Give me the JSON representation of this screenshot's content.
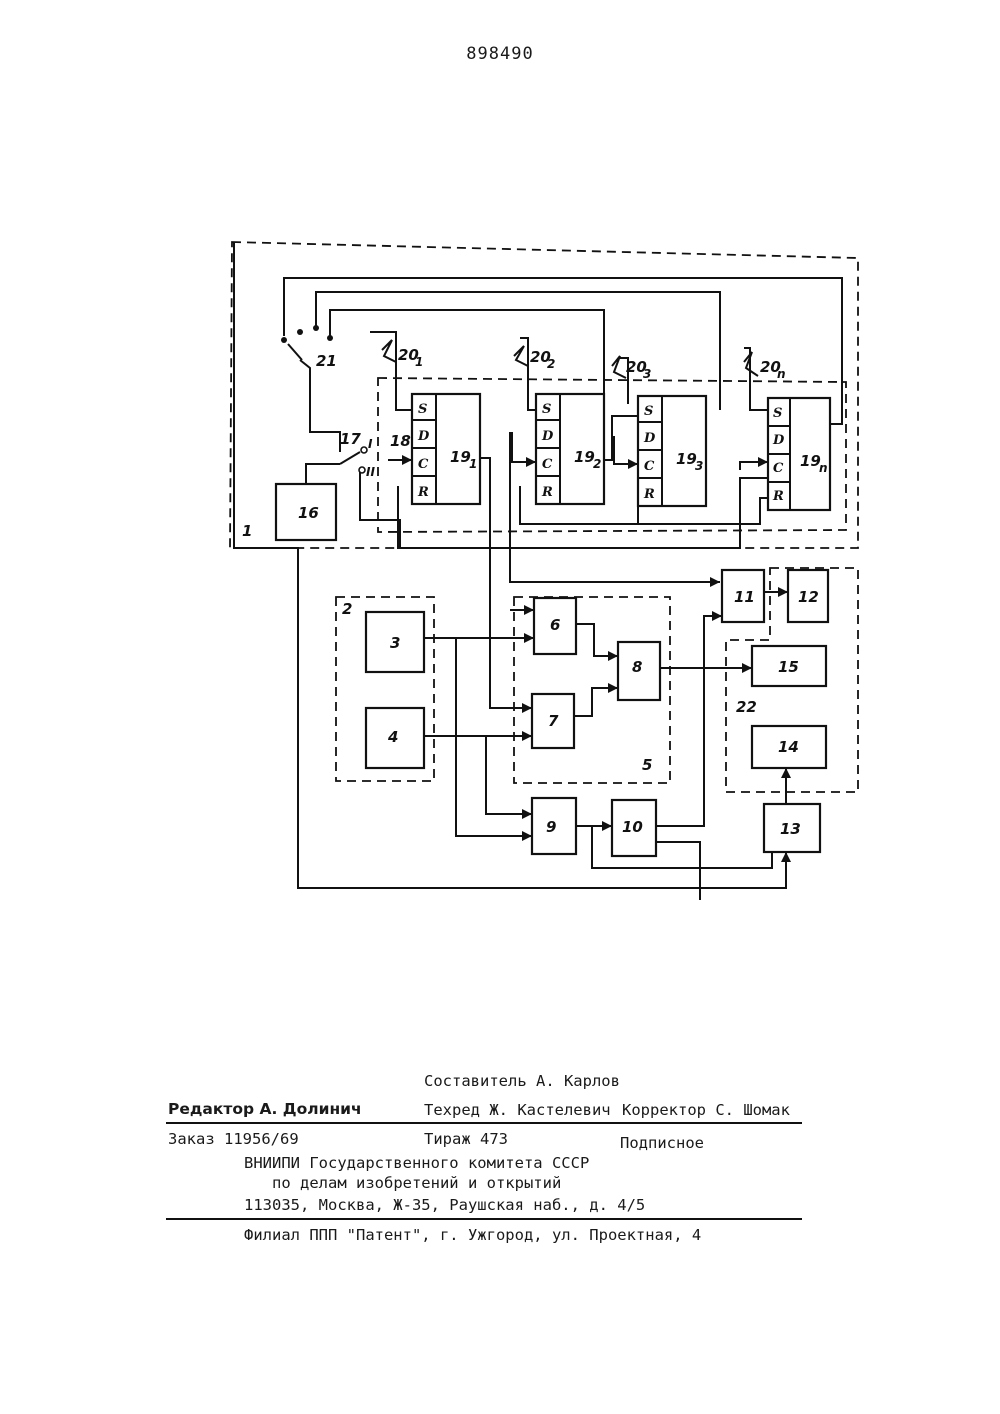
{
  "patent_number": "898490",
  "diagram": {
    "blocks": {
      "b16": "16",
      "b3": "3",
      "b4": "4",
      "b6": "6",
      "b7": "7",
      "b8": "8",
      "b9": "9",
      "b10": "10",
      "b11": "11",
      "b12": "12",
      "b13": "13",
      "b14": "14",
      "b15": "15"
    },
    "registers": [
      {
        "label": "19",
        "sub": "1"
      },
      {
        "label": "19",
        "sub": "2"
      },
      {
        "label": "19",
        "sub": "3"
      },
      {
        "label": "19",
        "sub": "n"
      }
    ],
    "register_pins": [
      "S",
      "D",
      "C",
      "R"
    ],
    "keys": [
      {
        "label": "20",
        "sub": "1"
      },
      {
        "label": "20",
        "sub": "2"
      },
      {
        "label": "20",
        "sub": "3"
      },
      {
        "label": "20",
        "sub": "n"
      }
    ],
    "region_labels": {
      "r1": "1",
      "r2": "2",
      "r5": "5",
      "r18": "18",
      "r22": "22"
    },
    "switch_labels": {
      "s17": "17",
      "s21": "21",
      "pos_i": "I",
      "pos_ii": "II"
    }
  },
  "footer": {
    "compiler": "Составитель А. Карлов",
    "editor": "Редактор А. Долинич",
    "techred": "Техред Ж. Кастелевич",
    "corrector": "Корректор С. Шомак",
    "order": "Заказ 11956/69",
    "print_run": "Тираж 473",
    "subscription": "Подписное",
    "org_line1": "ВНИИПИ Государственного комитета СССР",
    "org_line2": "по делам изобретений и открытий",
    "org_line3": "113035, Москва, Ж-35, Раушская наб., д. 4/5",
    "branch": "Филиал ППП \"Патент\", г. Ужгород, ул. Проектная, 4"
  }
}
